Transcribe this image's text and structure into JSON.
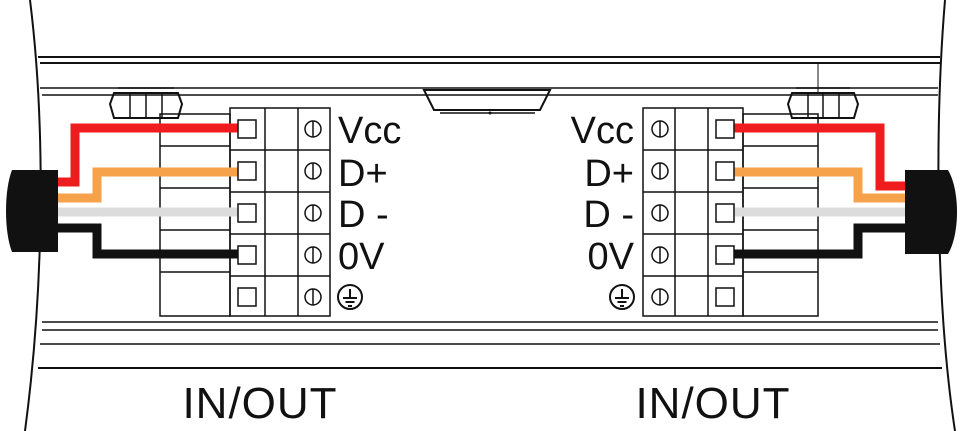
{
  "left_block": {
    "terminals": [
      "Vcc",
      "D+",
      "D -",
      "0V"
    ],
    "label": "IN/OUT"
  },
  "right_block": {
    "terminals": [
      "Vcc",
      "D+",
      "D -",
      "0V"
    ],
    "label": "IN/OUT"
  },
  "colors": {
    "vcc_wire": "#ee1c1c",
    "data_plus_wire": "#f5a24a",
    "data_minus_wire": "#dcdcdc",
    "ground_wire": "#111111",
    "cable_jacket": "#111111",
    "outline": "#111111"
  },
  "icons": {
    "earth": "protective-earth-icon",
    "screw": "terminal-screw-icon",
    "nut": "hex-nut-icon"
  }
}
